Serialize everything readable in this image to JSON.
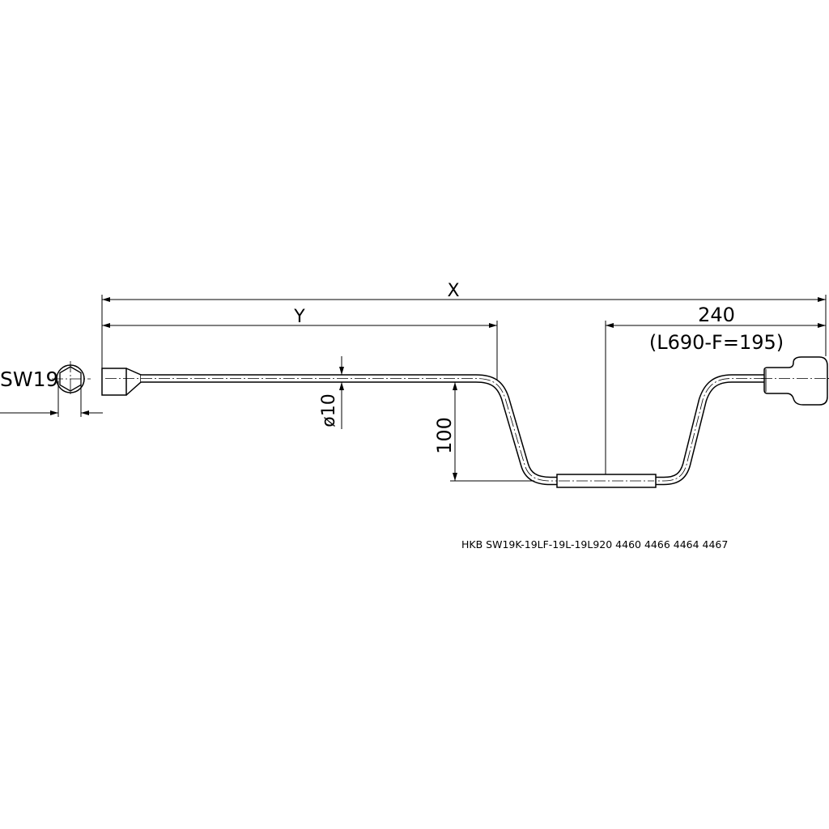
{
  "drawing": {
    "dim_x": "X",
    "dim_y": "Y",
    "dim_240": "240",
    "dim_240_note": "(L690-F=195)",
    "dim_sw": "SW19",
    "dim_diameter": "ø10",
    "dim_offset": "100",
    "part_caption": "HKB SW19K-19LF-19L-19L920 4460 4466 4464 4467"
  },
  "colors": {
    "line": "#000000",
    "background": "#ffffff"
  }
}
